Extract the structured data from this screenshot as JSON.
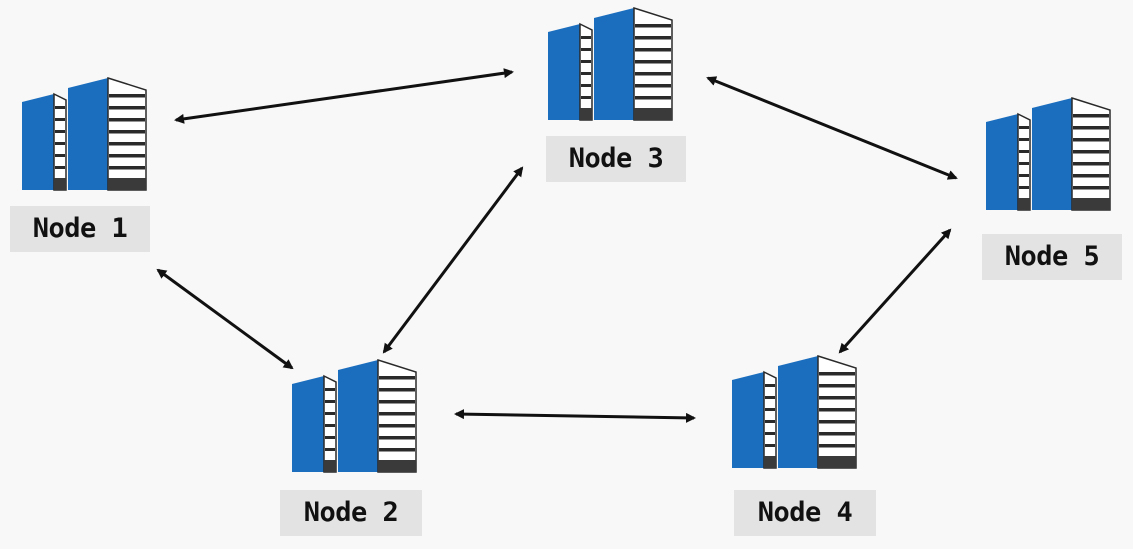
{
  "diagram": {
    "nodes": [
      {
        "id": "n1",
        "label": "Node 1"
      },
      {
        "id": "n2",
        "label": "Node 2"
      },
      {
        "id": "n3",
        "label": "Node 3"
      },
      {
        "id": "n4",
        "label": "Node 4"
      },
      {
        "id": "n5",
        "label": "Node 5"
      }
    ],
    "edges": [
      {
        "from": "n1",
        "to": "n3",
        "direction": "both"
      },
      {
        "from": "n1",
        "to": "n2",
        "direction": "both"
      },
      {
        "from": "n2",
        "to": "n3",
        "direction": "both"
      },
      {
        "from": "n2",
        "to": "n4",
        "direction": "both"
      },
      {
        "from": "n3",
        "to": "n5",
        "direction": "both"
      },
      {
        "from": "n4",
        "to": "n5",
        "direction": "both"
      }
    ],
    "colors": {
      "building_blue": "#1b6dbe",
      "building_base": "#3a3a3a",
      "label_bg": "#e3e3e3",
      "arrow": "#111111"
    }
  }
}
